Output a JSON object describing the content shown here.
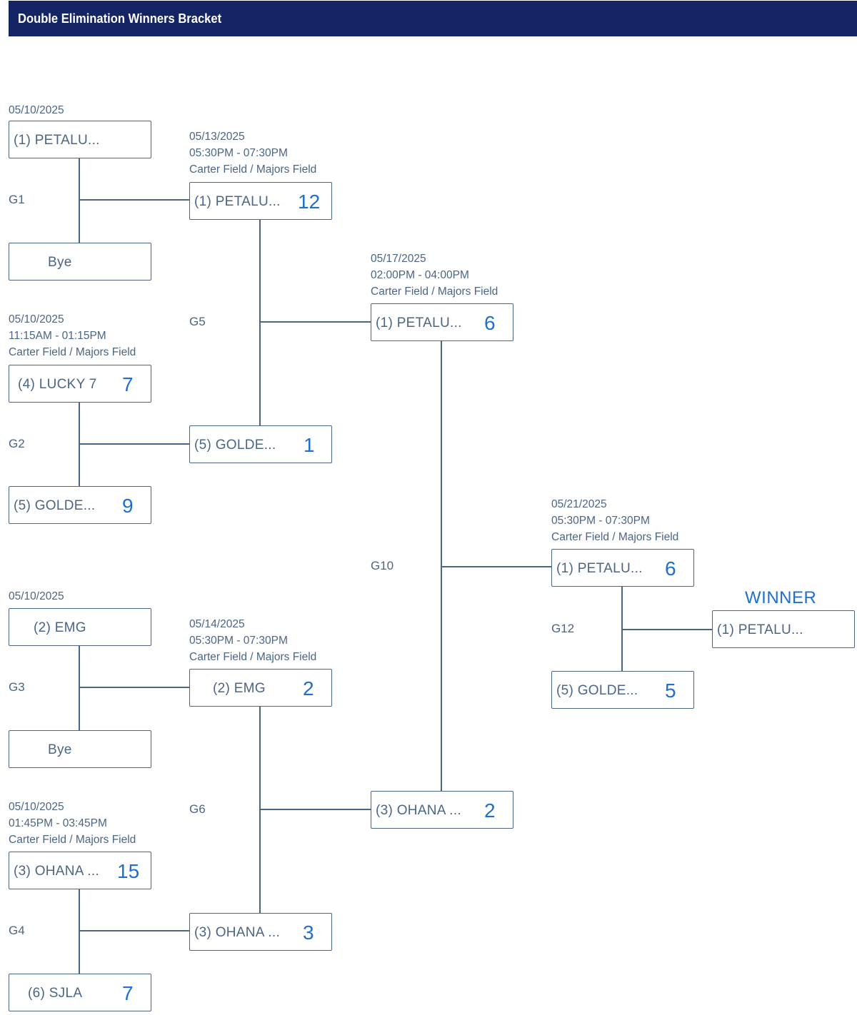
{
  "header": {
    "title": "Double Elimination Winners Bracket"
  },
  "winner_label": "WINNER",
  "games": {
    "g1": {
      "label": "G1",
      "info": [
        "05/10/2025"
      ],
      "teams": [
        {
          "name": "(1) PETALU...",
          "score": ""
        },
        {
          "name": "Bye",
          "score": ""
        }
      ]
    },
    "g2": {
      "label": "G2",
      "info": [
        "05/10/2025",
        "11:15AM - 01:15PM",
        "Carter Field / Majors Field"
      ],
      "teams": [
        {
          "name": "(4) LUCKY 7",
          "score": "7"
        },
        {
          "name": "(5) GOLDE...",
          "score": "9"
        }
      ]
    },
    "g3": {
      "label": "G3",
      "info": [
        "05/10/2025"
      ],
      "teams": [
        {
          "name": "(2) EMG",
          "score": ""
        },
        {
          "name": "Bye",
          "score": ""
        }
      ]
    },
    "g4": {
      "label": "G4",
      "info": [
        "05/10/2025",
        "01:45PM - 03:45PM",
        "Carter Field / Majors Field"
      ],
      "teams": [
        {
          "name": "(3) OHANA ...",
          "score": "15"
        },
        {
          "name": "(6) SJLA",
          "score": "7"
        }
      ]
    },
    "g5": {
      "label": "G5",
      "info": [
        "05/13/2025",
        "05:30PM - 07:30PM",
        "Carter Field / Majors Field"
      ],
      "teams": [
        {
          "name": "(1) PETALU...",
          "score": "12"
        },
        {
          "name": "(5) GOLDE...",
          "score": "1"
        }
      ]
    },
    "g6": {
      "label": "G6",
      "info": [
        "05/14/2025",
        "05:30PM - 07:30PM",
        "Carter Field / Majors Field"
      ],
      "teams": [
        {
          "name": "(2) EMG",
          "score": "2"
        },
        {
          "name": "(3) OHANA ...",
          "score": "3"
        }
      ]
    },
    "g10": {
      "label": "G10",
      "info": [
        "05/17/2025",
        "02:00PM - 04:00PM",
        "Carter Field / Majors Field"
      ],
      "teams": [
        {
          "name": "(1) PETALU...",
          "score": "6"
        },
        {
          "name": "(3) OHANA ...",
          "score": "2"
        }
      ]
    },
    "g12": {
      "label": "G12",
      "info": [
        "05/21/2025",
        "05:30PM - 07:30PM",
        "Carter Field / Majors Field"
      ],
      "teams": [
        {
          "name": "(1) PETALU...",
          "score": "6"
        },
        {
          "name": "(5) GOLDE...",
          "score": "5"
        }
      ]
    }
  },
  "champion": {
    "name": "(1) PETALU..."
  },
  "colors": {
    "header_bg": "#142464",
    "text": "#4a6585",
    "score": "#1e6fd0",
    "line": "#4a6585"
  }
}
